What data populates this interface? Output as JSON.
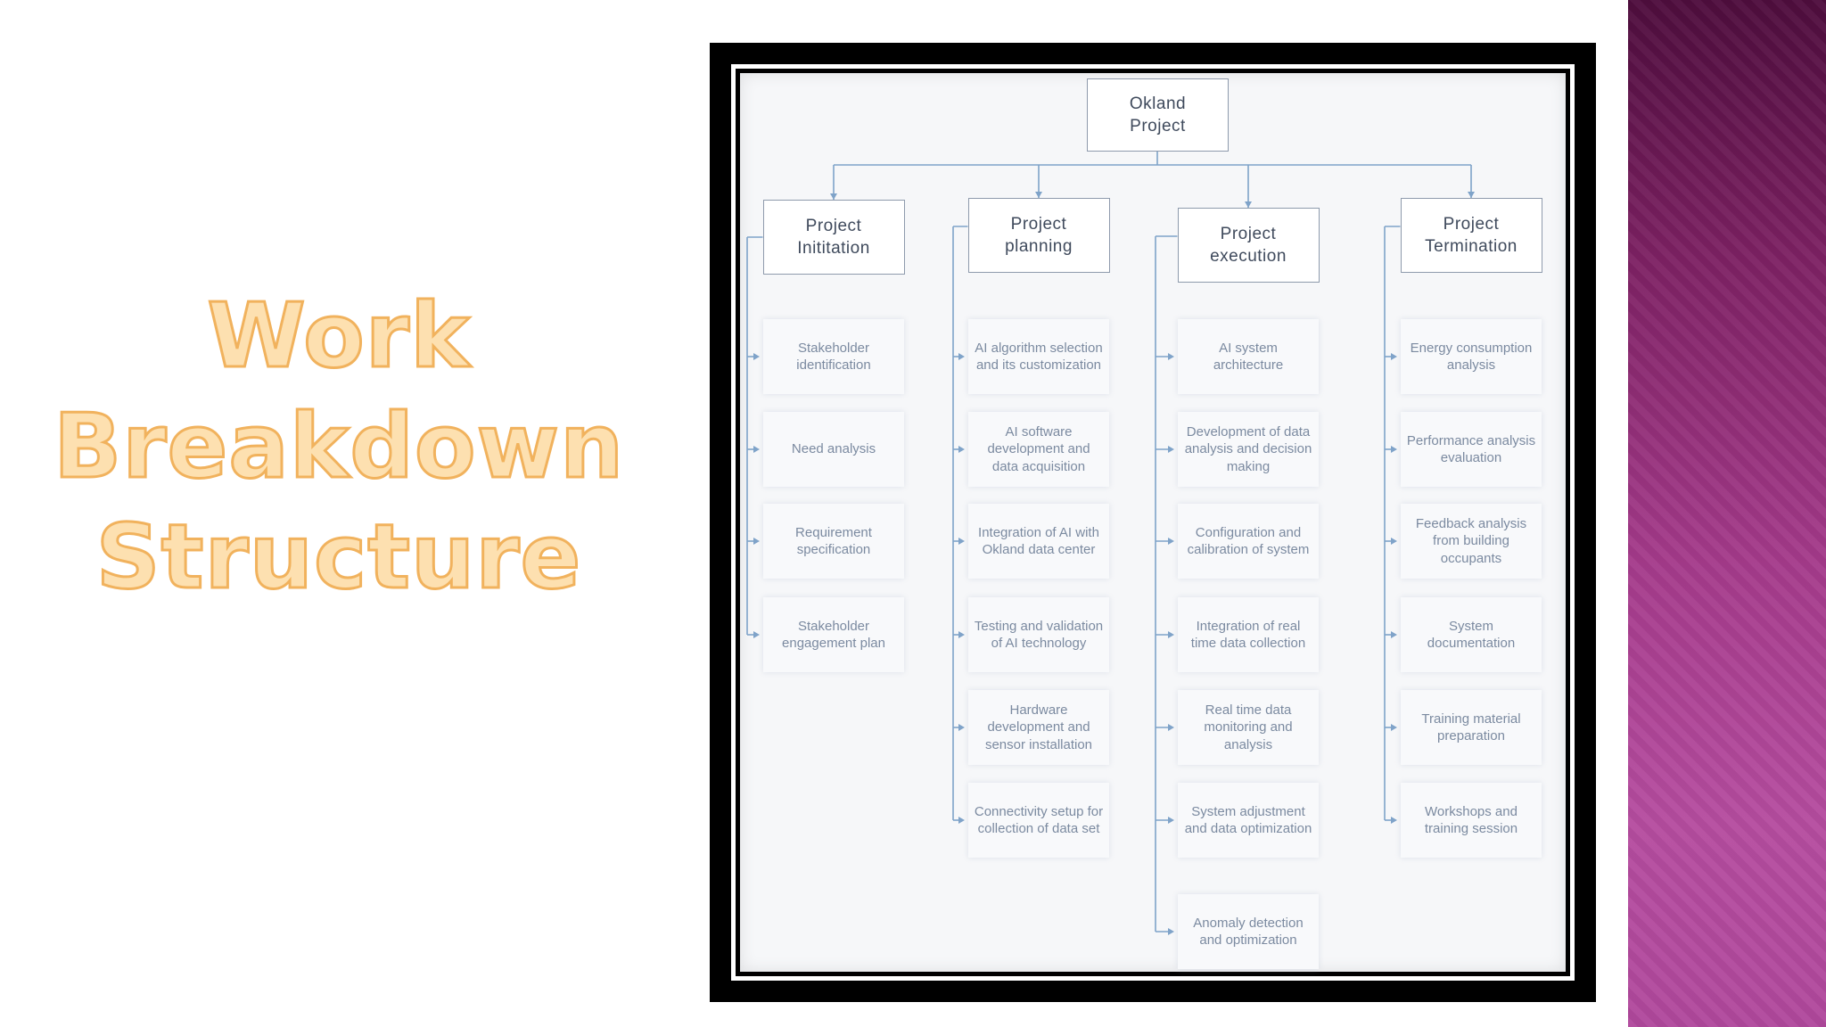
{
  "slide": {
    "title_lines": [
      "Work",
      "Breakdown",
      "Structure"
    ],
    "colors": {
      "title_fill": "#fde0b0",
      "title_outline": "#f1b25d",
      "band_top": "#4e0d3d",
      "band_bottom": "#b0489c",
      "connector": "#7fa3c9"
    }
  },
  "wbs": {
    "root": "Okland Project",
    "phases": [
      {
        "label": "Project Inititation",
        "tasks": [
          "Stakeholder identification",
          "Need analysis",
          "Requirement specification",
          "Stakeholder engagement plan"
        ]
      },
      {
        "label": "Project planning",
        "tasks": [
          "AI algorithm selection and its customization",
          "AI software development and data acquisition",
          "Integration of AI with Okland data center",
          "Testing and validation of AI technology",
          "Hardware development and sensor installation",
          "Connectivity setup for collection of data set"
        ]
      },
      {
        "label": "Project execution",
        "tasks": [
          "AI system architecture",
          "Development of data analysis and decision making",
          "Configuration and calibration of system",
          "Integration of real time data collection",
          "Real time data monitoring and analysis",
          "System adjustment and data optimization",
          "Anomaly detection and optimization"
        ]
      },
      {
        "label": "Project Termination",
        "tasks": [
          "Energy consumption analysis",
          "Performance analysis evaluation",
          "Feedback analysis from building occupants",
          "System documentation",
          "Training material preparation",
          "Workshops and training session"
        ]
      }
    ]
  }
}
